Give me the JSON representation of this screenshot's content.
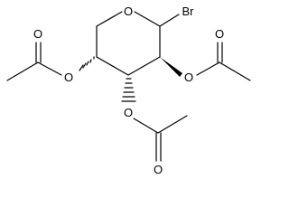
{
  "molecule": {
    "atoms": {
      "ring_oxygen": "O",
      "bromine": "Br",
      "ester_oxygen_left": "O",
      "carbonyl_oxygen_left": "O",
      "ester_oxygen_middle": "O",
      "carbonyl_oxygen_middle": "O",
      "ester_oxygen_right": "O",
      "carbonyl_oxygen_right": "O"
    }
  }
}
